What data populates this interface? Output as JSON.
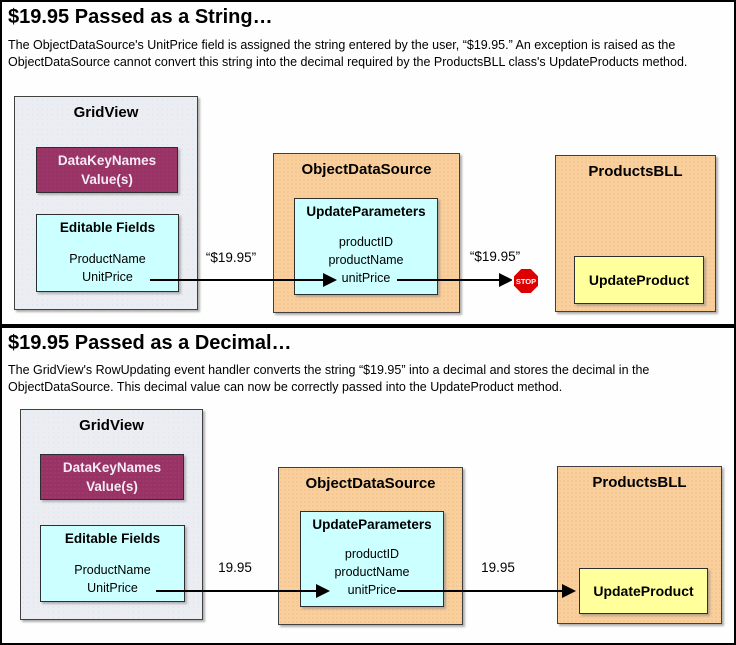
{
  "colors": {
    "magenta": "#993366",
    "cyan": "#CCFFFF",
    "tan_orange": "#F8CF9D",
    "yellow": "#FFFF9C",
    "gridview_gray": "#EBEDF3",
    "stop_red": "#DD0000",
    "arrow_black": "#000000"
  },
  "panels": [
    {
      "title": "$19.95 Passed as a String…",
      "description": "The ObjectDataSource's UnitPrice field is assigned the string entered by the user, “$19.95.” An exception is raised as the ObjectDataSource cannot convert this string into the decimal required by the ProductsBLL class's UpdateProducts method.",
      "gridview": {
        "title": "GridView",
        "datakeynames_line1": "DataKeyNames",
        "datakeynames_line2": "Value(s)",
        "editable_fields_title": "Editable Fields",
        "fields": [
          "ProductName",
          "UnitPrice"
        ]
      },
      "ods": {
        "title": "ObjectDataSource",
        "params_title": "UpdateParameters",
        "params": [
          "productID",
          "productName",
          "unitPrice"
        ]
      },
      "bll": {
        "title": "ProductsBLL",
        "method": "UpdateProduct"
      },
      "arrow1_label": "“$19.95”",
      "arrow2_label": "“$19.95”",
      "stop_label": "STOP"
    },
    {
      "title": "$19.95 Passed as a Decimal…",
      "description": "The GridView's RowUpdating event handler converts the string “$19.95” into a decimal and stores the decimal in the ObjectDataSource. This decimal value can now be correctly passed into the UpdateProduct method.",
      "gridview": {
        "title": "GridView",
        "datakeynames_line1": "DataKeyNames",
        "datakeynames_line2": "Value(s)",
        "editable_fields_title": "Editable Fields",
        "fields": [
          "ProductName",
          "UnitPrice"
        ]
      },
      "ods": {
        "title": "ObjectDataSource",
        "params_title": "UpdateParameters",
        "params": [
          "productID",
          "productName",
          "unitPrice"
        ]
      },
      "bll": {
        "title": "ProductsBLL",
        "method": "UpdateProduct"
      },
      "arrow1_label": "19.95",
      "arrow2_label": "19.95"
    }
  ]
}
